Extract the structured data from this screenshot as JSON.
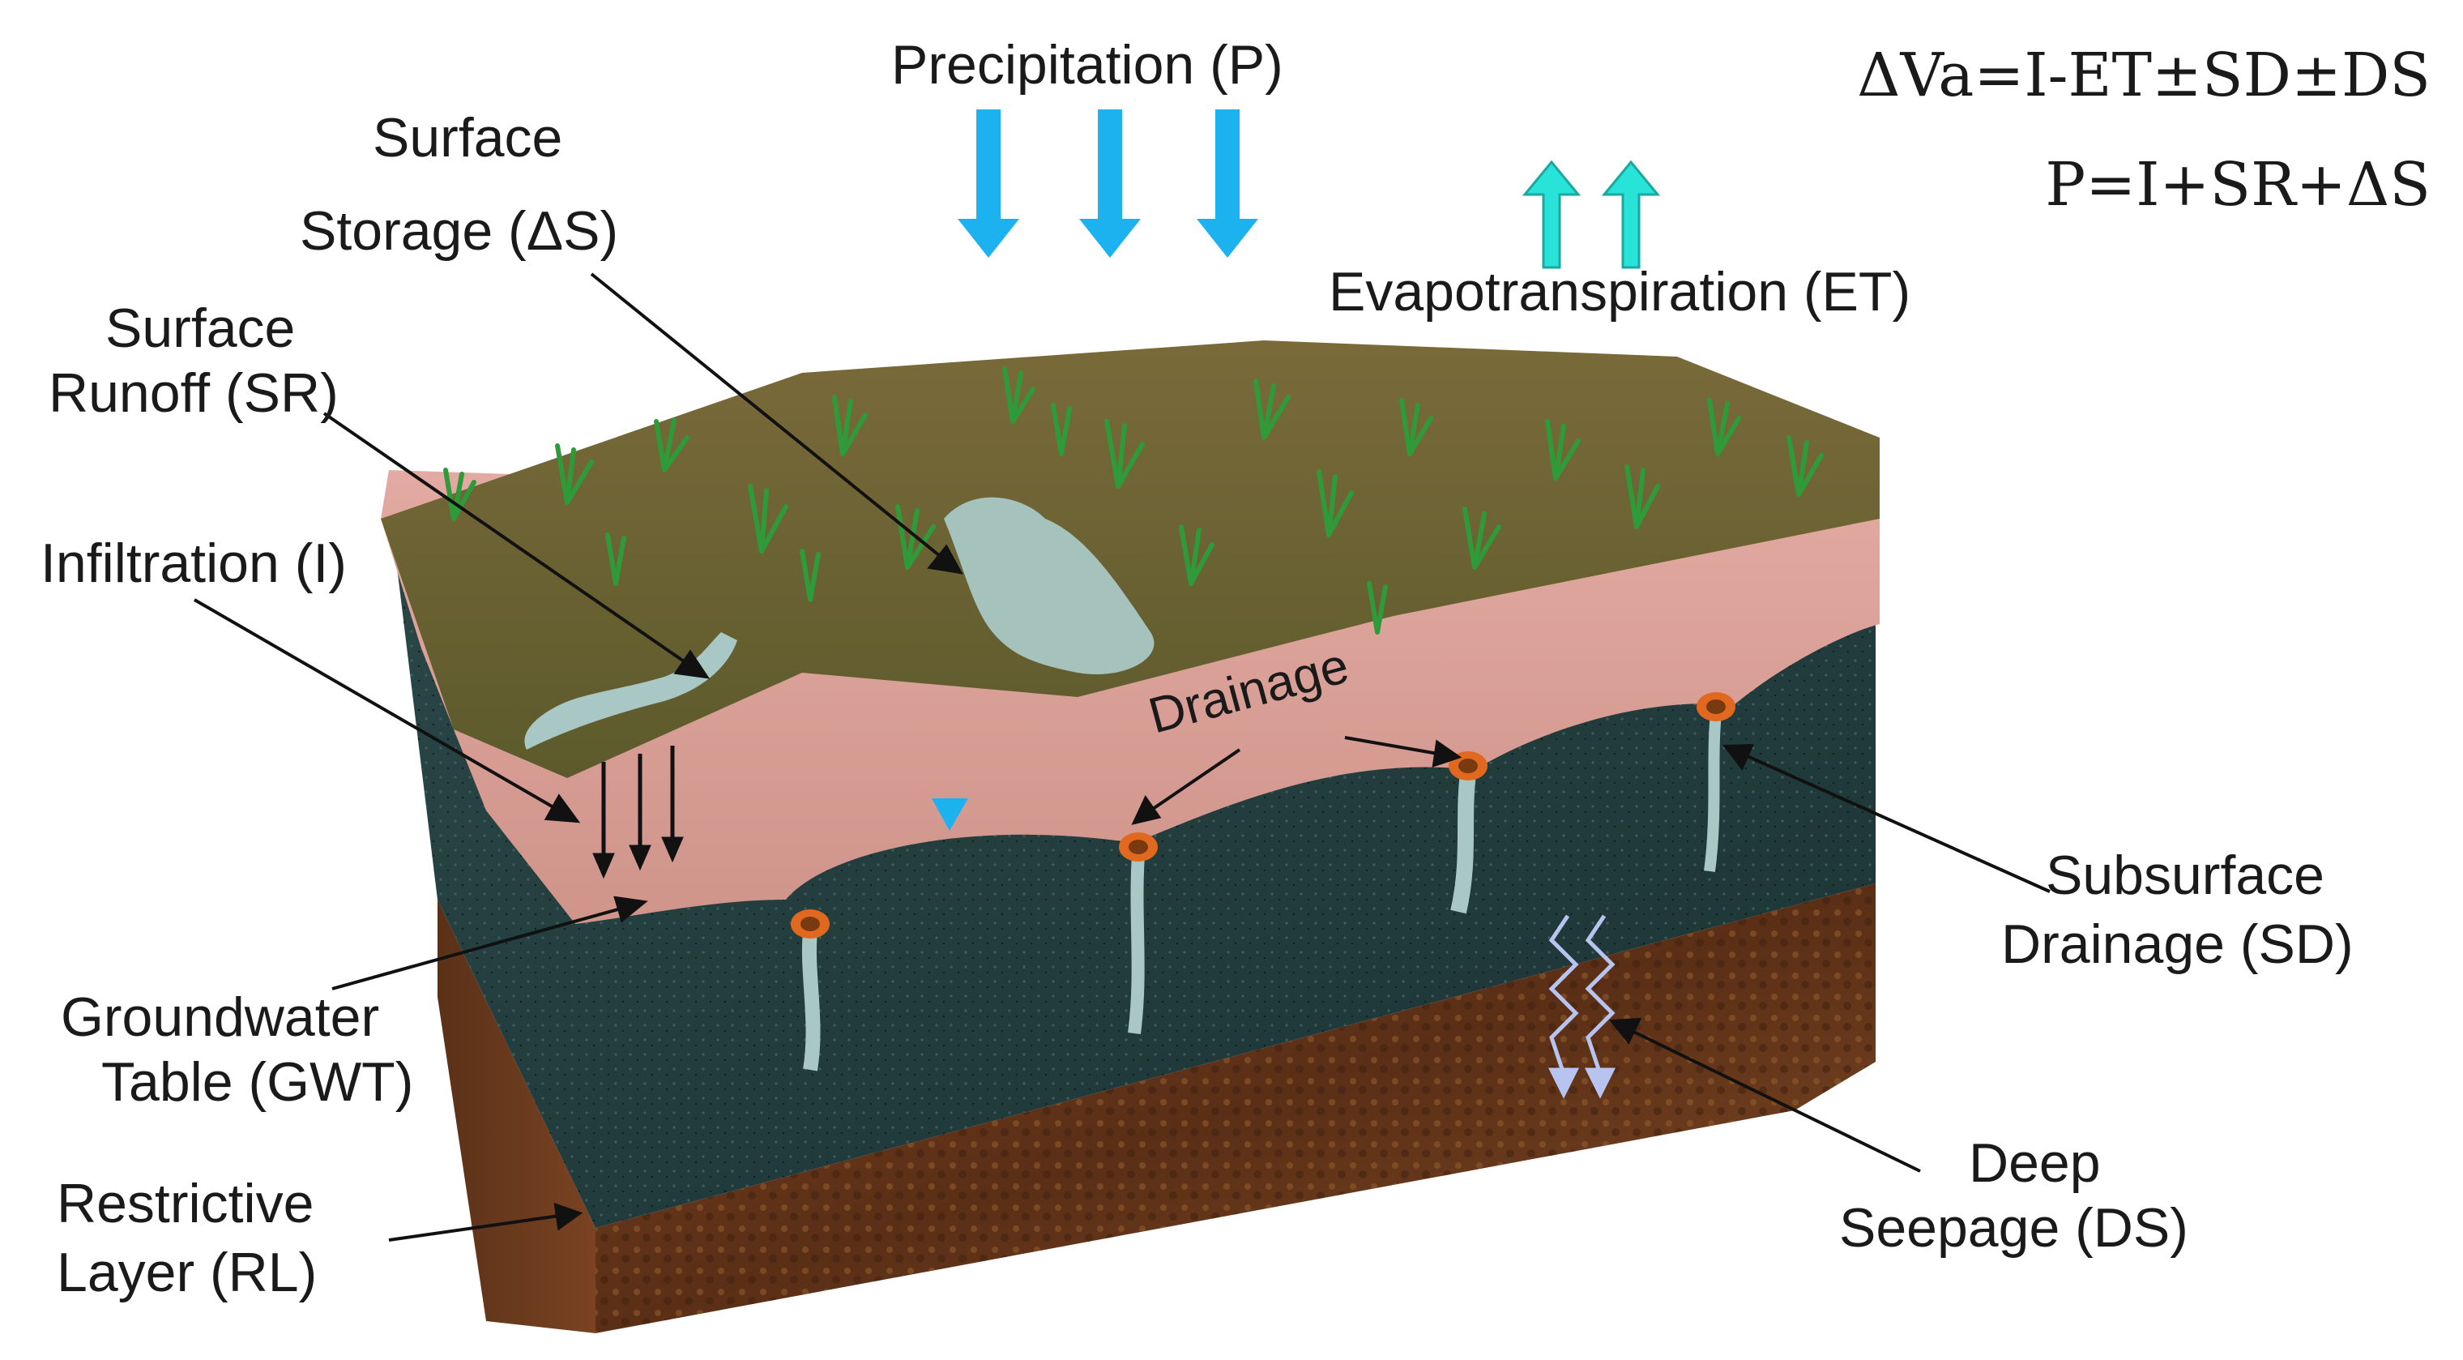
{
  "diagram": {
    "equations": {
      "water_balance": "ΔVa=I-ET±SD±DS",
      "precip_balance": "P=I+SR+ΔS"
    },
    "labels": {
      "precipitation": "Precipitation (P)",
      "evapotranspiration": "Evapotranspiration (ET)",
      "surface_storage_1": "Surface",
      "surface_storage_2": "Storage (ΔS)",
      "surface_runoff_1": "Surface",
      "surface_runoff_2": "Runoff (SR)",
      "infiltration": "Infiltration (I)",
      "drainage": "Drainage",
      "subsurface_drainage_1": "Subsurface",
      "subsurface_drainage_2": "Drainage (SD)",
      "groundwater_table_1": "Groundwater",
      "groundwater_table_2": "Table (GWT)",
      "deep_seepage_1": "Deep",
      "deep_seepage_2": "Seepage (DS)",
      "restrictive_layer_1": "Restrictive",
      "restrictive_layer_2": "Layer (RL)"
    },
    "colors": {
      "precip_arrow": "#1cb2ef",
      "et_arrow": "#28e3d8",
      "topsoil": "#d99c93",
      "groundwater": "#1f3a3b",
      "restrictive": "#6b3a1e",
      "grass": "#2f9a3a",
      "pipe": "#e0691f",
      "water": "#a9c7c4"
    }
  }
}
